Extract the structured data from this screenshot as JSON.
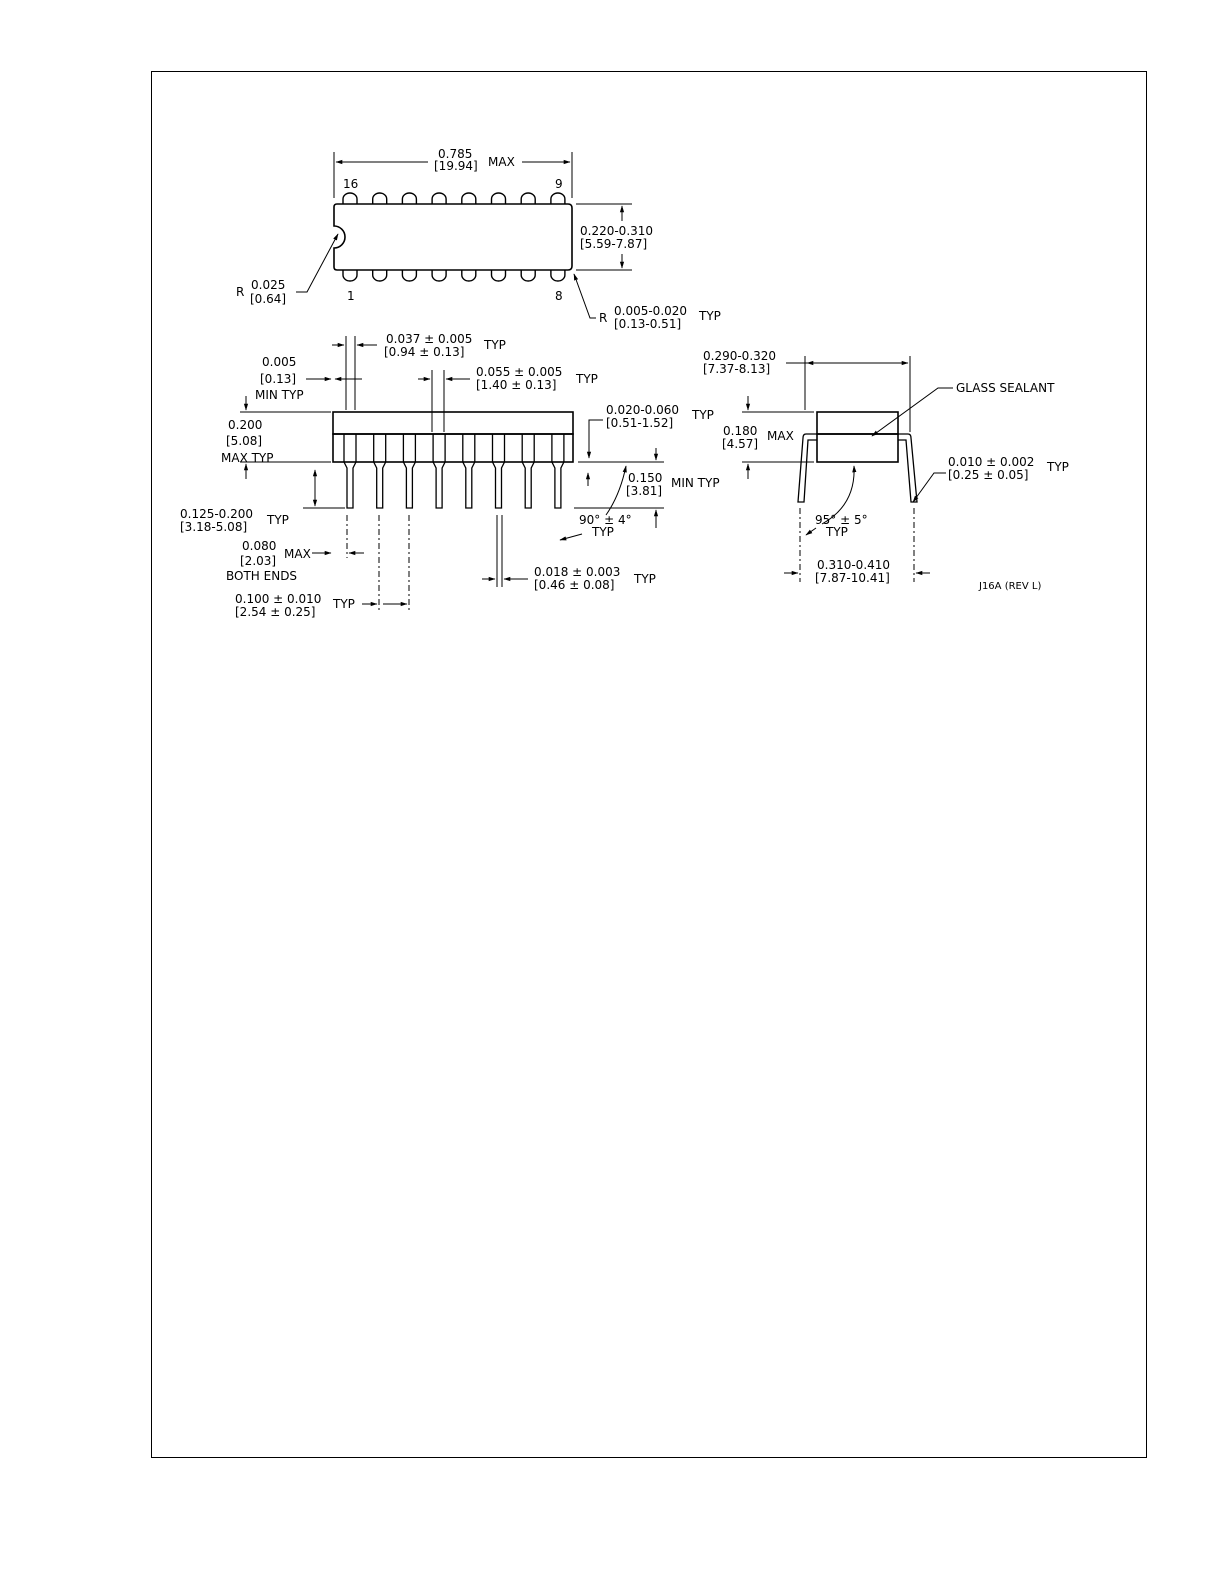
{
  "drawing_id": "J16A (REV L)",
  "top_view": {
    "length_in": "0.785",
    "length_mm": "[19.94]",
    "length_suffix": "MAX",
    "pin_16": "16",
    "pin_9": "9",
    "pin_1": "1",
    "pin_8": "8",
    "width_in": "0.220-0.310",
    "width_mm": "[5.59-7.87]",
    "notch_prefix": "R",
    "notch_in": "0.025",
    "notch_mm": "[0.64]",
    "corner_prefix": "R",
    "corner_in": "0.005-0.020",
    "corner_mm": "[0.13-0.51]",
    "corner_suffix": "TYP"
  },
  "side_view": {
    "shoulder_in": "0.037 ± 0.005",
    "shoulder_mm": "[0.94 ± 0.13]",
    "shoulder_suffix": "TYP",
    "min_in": "0.005",
    "min_mm": "[0.13]",
    "min_suffix": "MIN TYP",
    "lead_upper_in": "0.055 ± 0.005",
    "lead_upper_mm": "[1.40 ± 0.13]",
    "lead_upper_suffix": "TYP",
    "height_in": "0.200",
    "height_mm": "[5.08]",
    "height_suffix": "MAX TYP",
    "seat_in": "0.020-0.060",
    "seat_mm": "[0.51-1.52]",
    "seat_suffix": "TYP",
    "lead_len_in": "0.150",
    "lead_len_mm": "[3.81]",
    "lead_len_suffix": "MIN TYP",
    "body_lead_in": "0.125-0.200",
    "body_lead_mm": "[3.18-5.08]",
    "body_lead_suffix": "TYP",
    "angle": "90° ± 4°",
    "angle_suffix": "TYP",
    "end_in": "0.080",
    "end_mm": "[2.03]",
    "end_suffix": "MAX",
    "end_note": "BOTH ENDS",
    "lead_w_in": "0.018 ± 0.003",
    "lead_w_mm": "[0.46 ± 0.08]",
    "lead_w_suffix": "TYP",
    "pitch_in": "0.100 ± 0.010",
    "pitch_mm": "[2.54 ± 0.25]",
    "pitch_suffix": "TYP"
  },
  "end_view": {
    "width_in": "0.290-0.320",
    "width_mm": "[7.37-8.13]",
    "sealant": "GLASS SEALANT",
    "height_in": "0.180",
    "height_mm": "[4.57]",
    "height_suffix": "MAX",
    "lead_t_in": "0.010 ± 0.002",
    "lead_t_mm": "[0.25 ± 0.05]",
    "lead_t_suffix": "TYP",
    "angle": "95° ± 5°",
    "angle_suffix": "TYP",
    "span_in": "0.310-0.410",
    "span_mm": "[7.87-10.41]"
  }
}
